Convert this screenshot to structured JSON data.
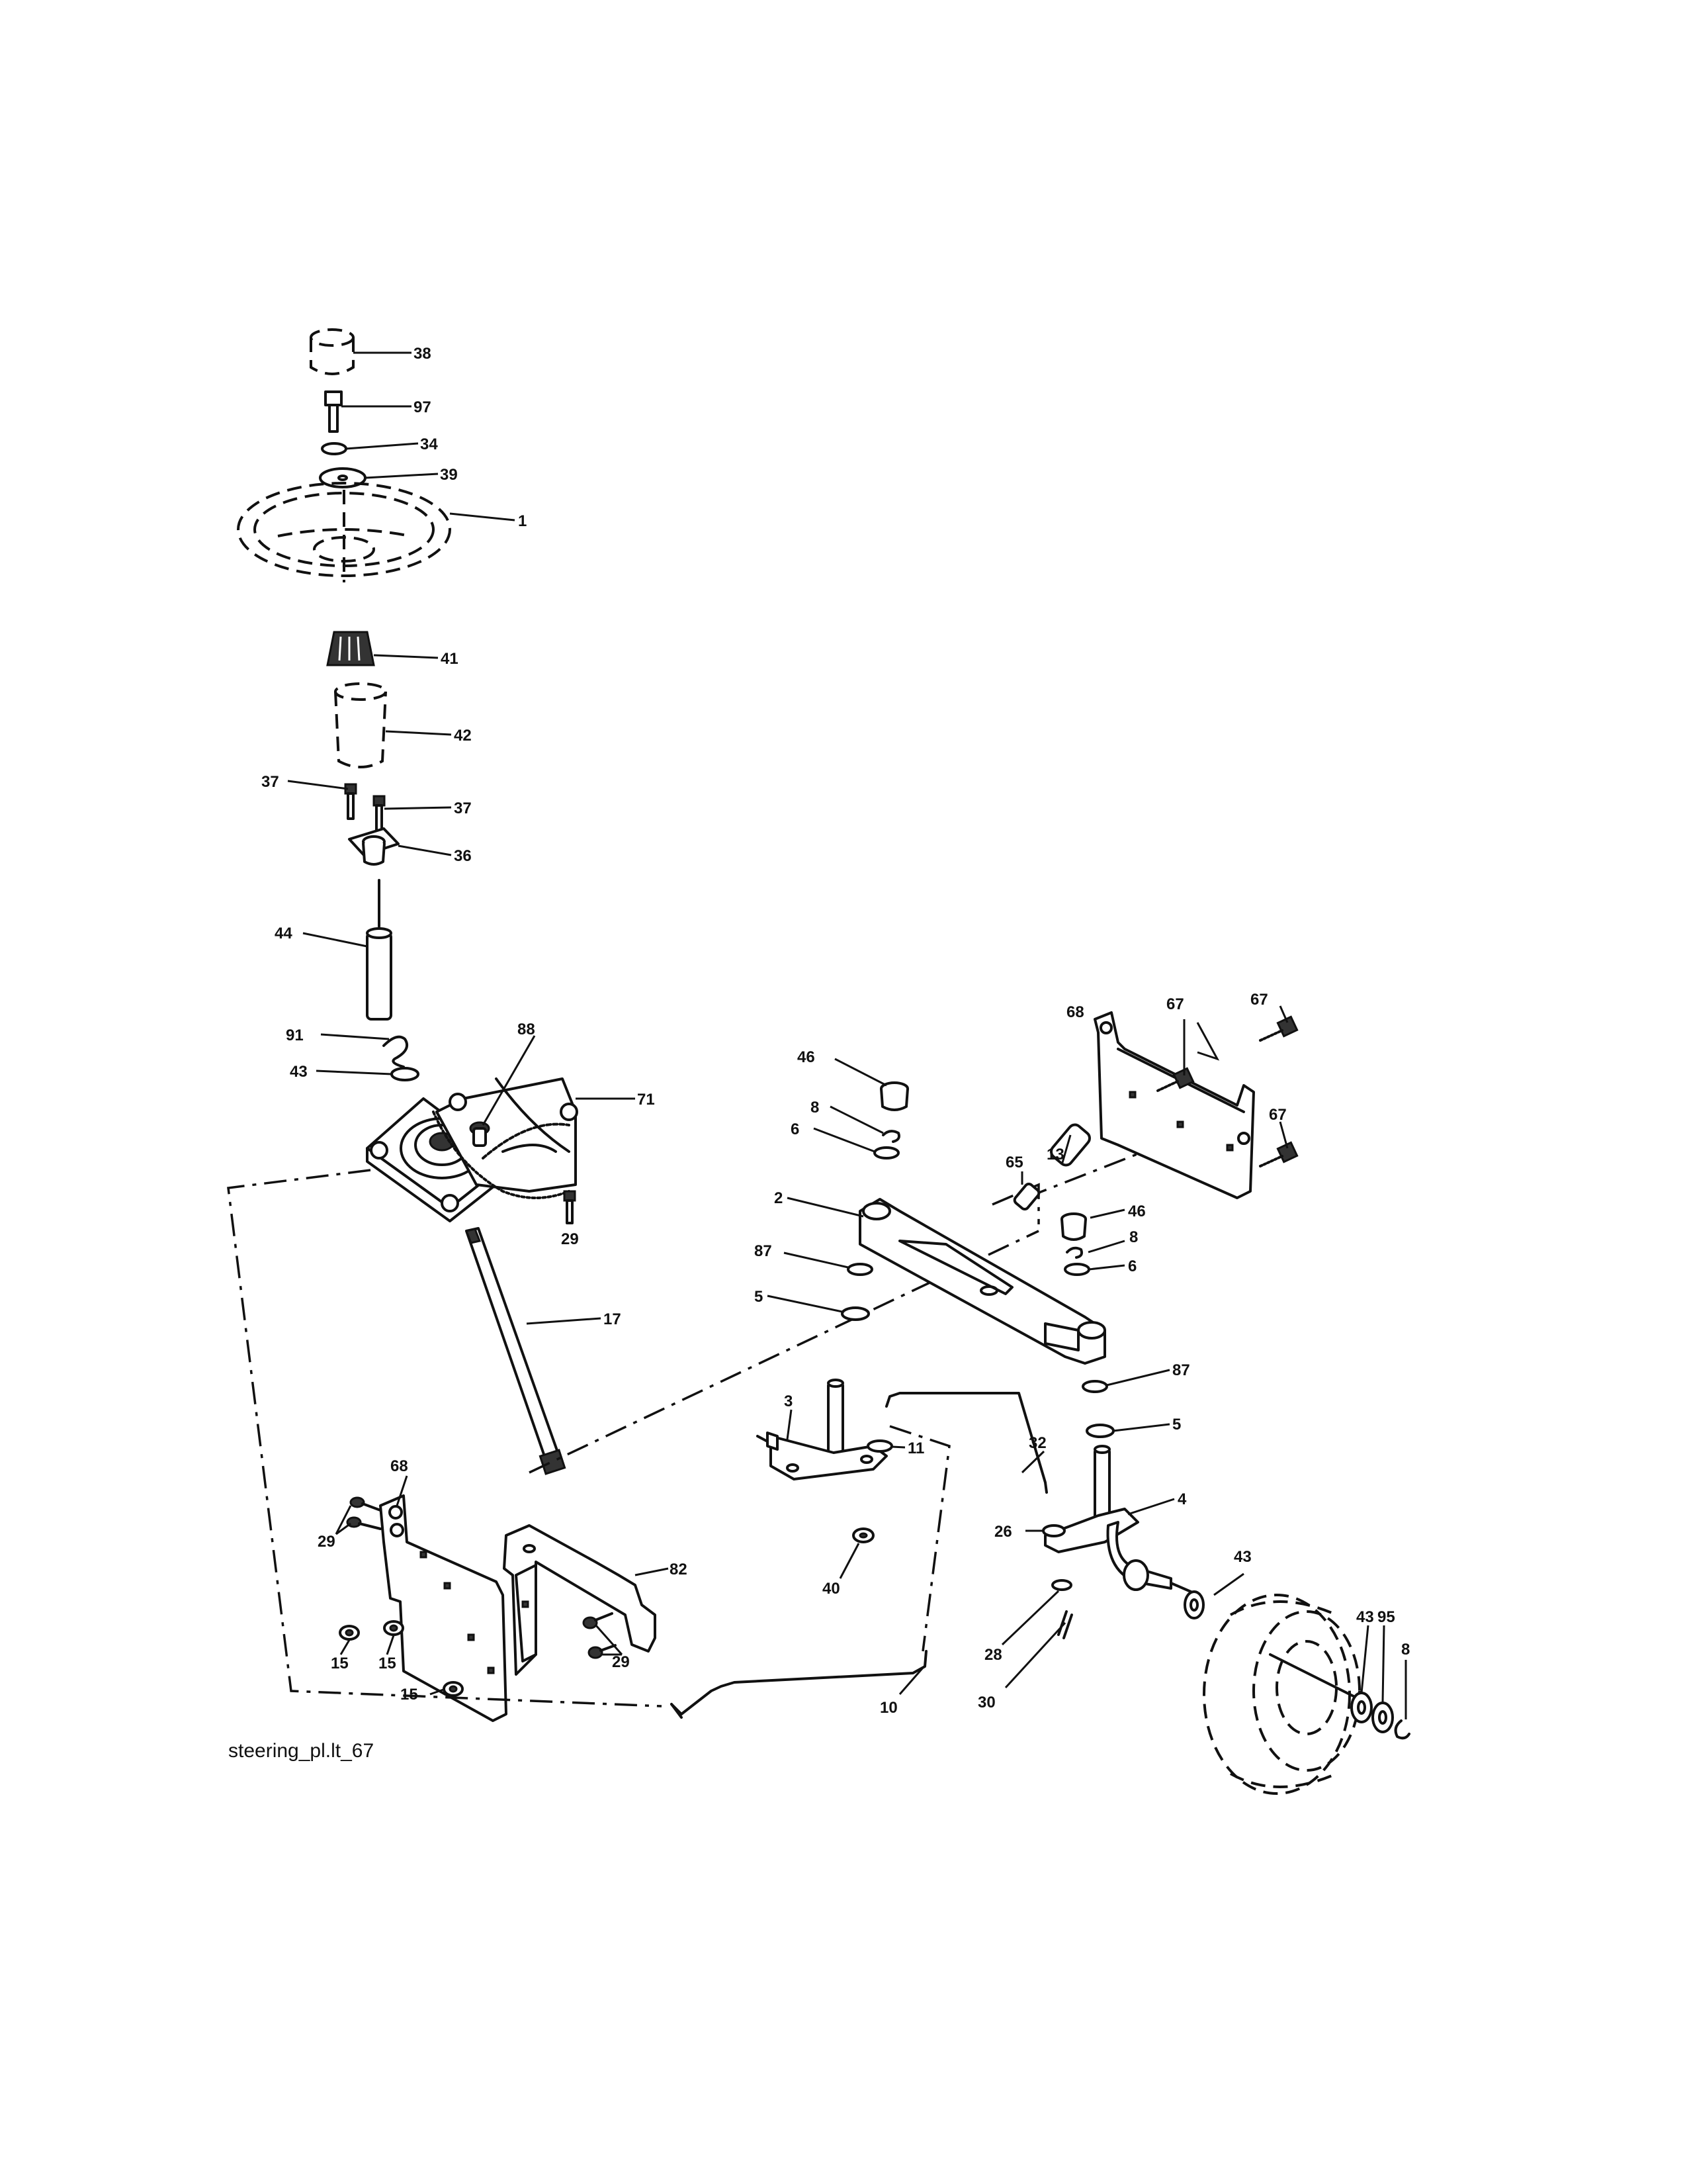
{
  "diagram": {
    "caption": "steering_pl.lt_67",
    "callouts": [
      {
        "id": "c38",
        "text": "38"
      },
      {
        "id": "c97",
        "text": "97"
      },
      {
        "id": "c34",
        "text": "34"
      },
      {
        "id": "c39",
        "text": "39"
      },
      {
        "id": "c1",
        "text": "1"
      },
      {
        "id": "c41",
        "text": "41"
      },
      {
        "id": "c42",
        "text": "42"
      },
      {
        "id": "c37a",
        "text": "37"
      },
      {
        "id": "c37b",
        "text": "37"
      },
      {
        "id": "c36",
        "text": "36"
      },
      {
        "id": "c44",
        "text": "44"
      },
      {
        "id": "c91",
        "text": "91"
      },
      {
        "id": "c88",
        "text": "88"
      },
      {
        "id": "c43a",
        "text": "43"
      },
      {
        "id": "c71",
        "text": "71"
      },
      {
        "id": "c29a",
        "text": "29"
      },
      {
        "id": "c17",
        "text": "17"
      },
      {
        "id": "c68a",
        "text": "68"
      },
      {
        "id": "c67a",
        "text": "67"
      },
      {
        "id": "c67b",
        "text": "67"
      },
      {
        "id": "c67c",
        "text": "67"
      },
      {
        "id": "c46a",
        "text": "46"
      },
      {
        "id": "c8a",
        "text": "8"
      },
      {
        "id": "c6a",
        "text": "6"
      },
      {
        "id": "c13",
        "text": "13"
      },
      {
        "id": "c65",
        "text": "65"
      },
      {
        "id": "c2",
        "text": "2"
      },
      {
        "id": "c46b",
        "text": "46"
      },
      {
        "id": "c8b",
        "text": "8"
      },
      {
        "id": "c6b",
        "text": "6"
      },
      {
        "id": "c87a",
        "text": "87"
      },
      {
        "id": "c5a",
        "text": "5"
      },
      {
        "id": "c87b",
        "text": "87"
      },
      {
        "id": "c5b",
        "text": "5"
      },
      {
        "id": "c3",
        "text": "3"
      },
      {
        "id": "c32",
        "text": "32"
      },
      {
        "id": "c11",
        "text": "11"
      },
      {
        "id": "c4",
        "text": "4"
      },
      {
        "id": "c26",
        "text": "26"
      },
      {
        "id": "c43b",
        "text": "43"
      },
      {
        "id": "c40",
        "text": "40"
      },
      {
        "id": "c68b",
        "text": "68"
      },
      {
        "id": "c29b",
        "text": "29"
      },
      {
        "id": "c82",
        "text": "82"
      },
      {
        "id": "c29c",
        "text": "29"
      },
      {
        "id": "c15a",
        "text": "15"
      },
      {
        "id": "c15b",
        "text": "15"
      },
      {
        "id": "c15c",
        "text": "15"
      },
      {
        "id": "c10",
        "text": "10"
      },
      {
        "id": "c28",
        "text": "28"
      },
      {
        "id": "c30",
        "text": "30"
      },
      {
        "id": "c43c",
        "text": "43"
      },
      {
        "id": "c95",
        "text": "95"
      },
      {
        "id": "c8c",
        "text": "8"
      }
    ]
  }
}
